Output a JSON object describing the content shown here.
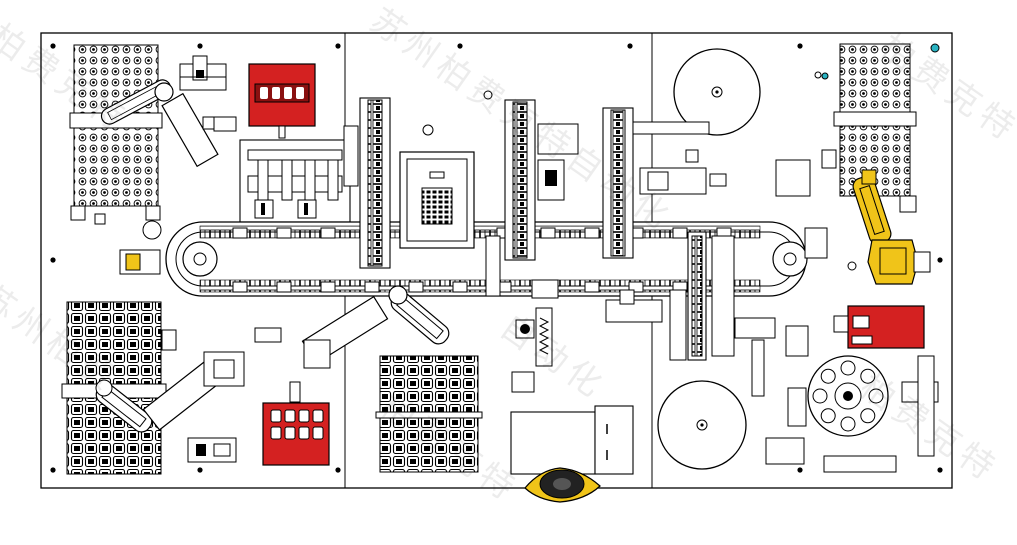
{
  "layout_title": "",
  "watermark": {
    "text_primary": "苏州柏费克特自动化",
    "text_fragments": [
      "柏费克特",
      "苏州柏费",
      "自动化",
      "柏费克特自动化"
    ]
  },
  "colors": {
    "background": "#ffffff",
    "line": "#000000",
    "red_module": "#d42121",
    "robot_yellow": "#f0c419",
    "cyan_marker": "#2ab3c2"
  },
  "icons": {
    "robot_arm": "robot-arm-icon",
    "turntable": "turntable-icon",
    "tray": "parts-tray-icon"
  }
}
